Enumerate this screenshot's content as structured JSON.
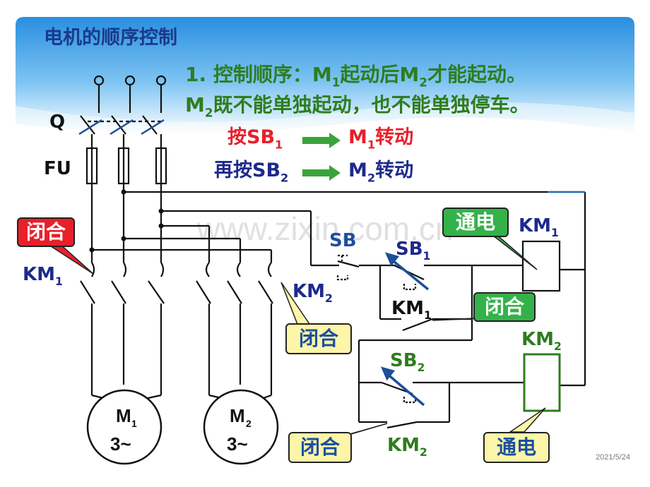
{
  "title": "电机的顺序控制",
  "requirement": {
    "line1_prefix": "1. 控制顺序：M",
    "line1_sub1": "1",
    "line1_mid": "起动后M",
    "line1_sub2": "2",
    "line1_suffix": "才能起动。",
    "line2_prefix": "M",
    "line2_sub": "2",
    "line2_suffix": "既不能单独起动，也不能单独停车。"
  },
  "sequence": [
    {
      "action": "按SB",
      "action_sub": "1",
      "result": "M",
      "result_sub": "1",
      "result_suffix": "转动"
    },
    {
      "action": "再按SB",
      "action_sub": "2",
      "result": "M",
      "result_sub": "2",
      "result_suffix": "转动"
    }
  ],
  "labels": {
    "q": "Q",
    "fu": "FU",
    "km1_main": "KM",
    "km1_main_sub": "1",
    "km2_main": "KM",
    "km2_main_sub": "2",
    "sb": "SB",
    "sb1": "SB",
    "sb1_sub": "1",
    "km1_aux": "KM",
    "km1_aux_sub": "1",
    "sb2": "SB",
    "sb2_sub": "2",
    "km2_aux": "KM",
    "km2_aux_sub": "2",
    "km1_coil": "KM",
    "km1_coil_sub": "1",
    "km2_coil": "KM",
    "km2_coil_sub": "2"
  },
  "motors": [
    {
      "name": "M",
      "sub": "1",
      "phase": "3~"
    },
    {
      "name": "M",
      "sub": "2",
      "phase": "3~"
    }
  ],
  "callouts": {
    "closed_red": "闭合",
    "closed_km2_main": "闭合",
    "closed_km1_aux": "闭合",
    "closed_km2_aux": "闭合",
    "energized_km1": "通电",
    "energized_km2": "通电"
  },
  "watermark": "www.zixin.com.cn",
  "date": "2021/5/24",
  "colors": {
    "title": "#1a3a8a",
    "requirement": "#2e7d1e",
    "press": "#e8202a",
    "result": "#1d2a8c",
    "callout_yellow": "#fdf6a8",
    "callout_green": "#34b24a",
    "callout_red": "#e8202a",
    "switch_blue": "#1d4f9a"
  }
}
